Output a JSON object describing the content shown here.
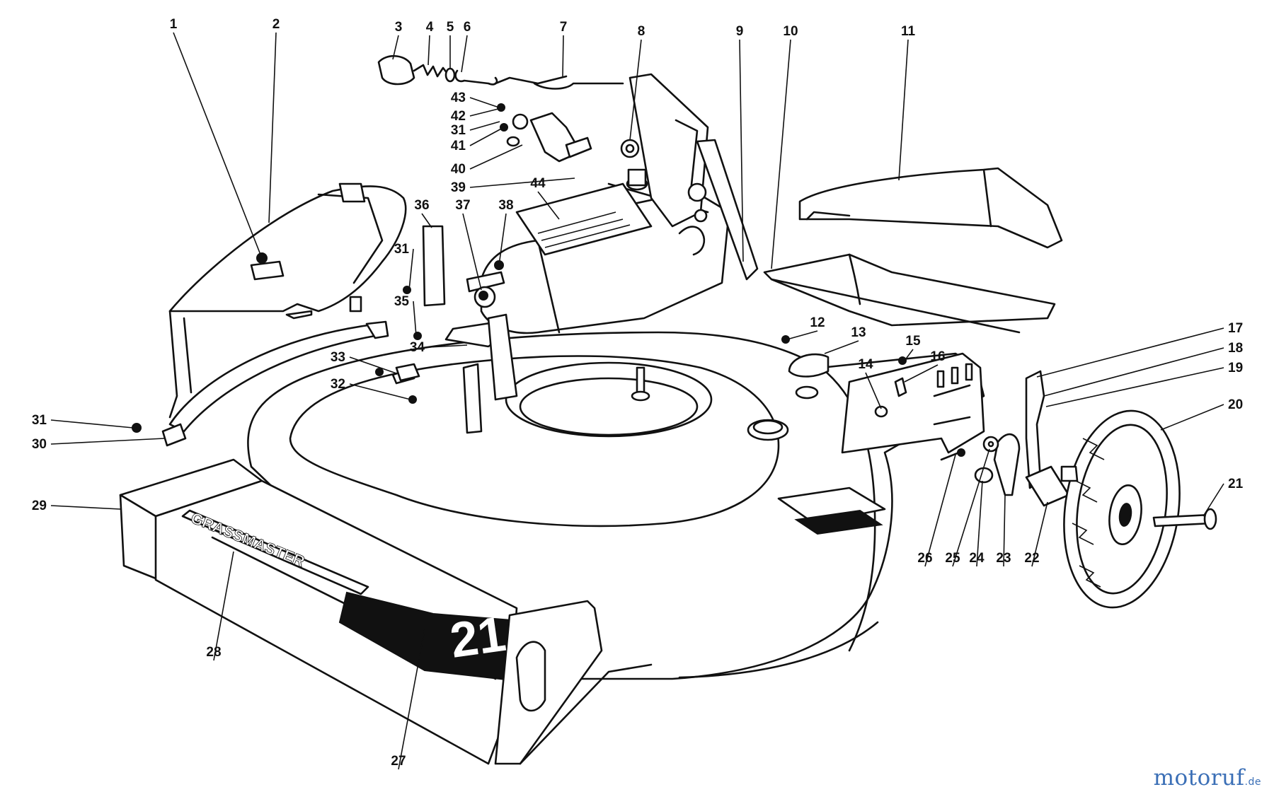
{
  "decal": {
    "brand": "GRASSMASTER",
    "size_number": "21"
  },
  "callouts": [
    "1",
    "2",
    "3",
    "4",
    "5",
    "6",
    "7",
    "8",
    "9",
    "10",
    "11",
    "12",
    "13",
    "14",
    "15",
    "16",
    "17",
    "18",
    "19",
    "20",
    "21",
    "22",
    "23",
    "24",
    "25",
    "26",
    "27",
    "28",
    "29",
    "30",
    "31",
    "32",
    "33",
    "34",
    "35",
    "36",
    "37",
    "38",
    "39",
    "40",
    "41",
    "42",
    "43",
    "44"
  ],
  "watermark": {
    "name": "motoruf",
    "tld": ".de"
  },
  "colors": {
    "ink": "#111111",
    "paper": "#ffffff",
    "watermark": "#3b6fb6"
  }
}
